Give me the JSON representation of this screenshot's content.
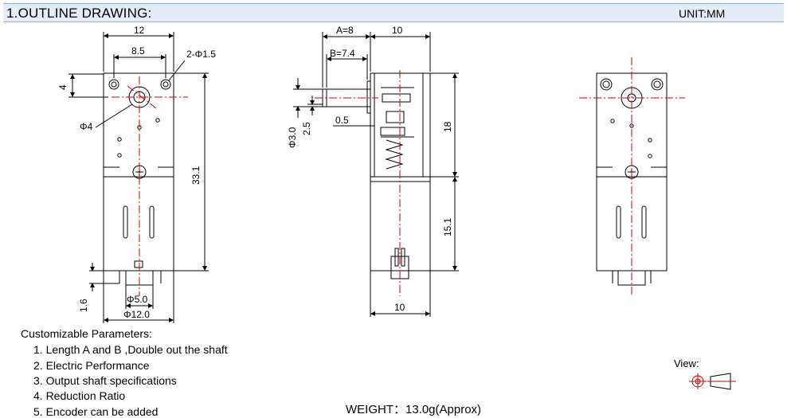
{
  "header": {
    "title": "1.OUTLINE DRAWING:",
    "unit": "UNIT:MM"
  },
  "dimensions": {
    "front_width": "12",
    "front_hole_spacing": "8.5",
    "front_holes": "2-Φ1.5",
    "front_hole_offset": "4",
    "front_shaft_dia": "Φ4",
    "front_total_height": "33.1",
    "front_terminal_height": "1.6",
    "front_bottom_inner": "Φ5.0",
    "front_bottom_outer": "Φ12.0",
    "side_a": "A=8",
    "side_b": "B=7.4",
    "side_top_width": "10",
    "side_shaft_dia": "Φ3.0",
    "side_flat": "2.5",
    "side_gap": "0.5",
    "side_gear_height": "18",
    "side_motor_height": "15.1",
    "side_bottom_width": "10"
  },
  "parameters": {
    "title": "Customizable Parameters:",
    "items": [
      "1. Length  A and B ,Double out the shaft",
      "2. Electric Performance",
      "3. Output shaft specifications",
      "4.  Reduction Ratio",
      "5. Encoder can be added"
    ]
  },
  "weight": "WEIGHT：13.0g(Approx)",
  "view_label": "View:",
  "colors": {
    "header_bg": "#e3ecf7",
    "line": "#000000",
    "centerline": "#d00000"
  }
}
